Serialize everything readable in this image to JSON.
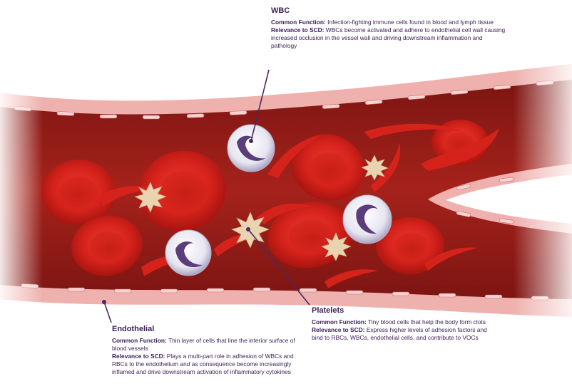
{
  "wbc": {
    "title": "WBC",
    "function_label": "Common Function:",
    "function_text": "Infection-fighting immune cells found in blood and lymph tissue",
    "relevance_label": "Relevance to SCD:",
    "relevance_text": "WBCs become activated and adhere to endothelial cell wall causing increased occlusion in the vessel wall and driving downstream inflammation and pathology"
  },
  "platelets": {
    "title": "Platelets",
    "function_label": "Common Function:",
    "function_text": "Tiny blood cells that help the body form clots",
    "relevance_label": "Relevance to SCD:",
    "relevance_text": "Express higher levels of adhesion factors and bind to RBCs, WBCs, endothelial cells, and contribute to VOCs"
  },
  "endothelial": {
    "title": "Endothelial",
    "function_label": "Common Function:",
    "function_text": "Thin layer of cells that line the interior surface of blood vessels",
    "relevance_label": "Relevance to SCD:",
    "relevance_text": "Plays a multi-part role in adhesion of WBCs and RBCs to the endothelium and as consequence become increasingly inflamed and drive downstream activation of inflammatory cytokines"
  },
  "colors": {
    "vessel_wall": "#e9a7a6",
    "vessel_lumen": "#8e1a16",
    "rbc": "#d5231c",
    "wbc": "#ecebf3",
    "wbc_nucleus": "#5a3d7a",
    "platelet": "#ead3b1",
    "text": "#3b1f52",
    "leader_line": "#4a2a5c"
  }
}
